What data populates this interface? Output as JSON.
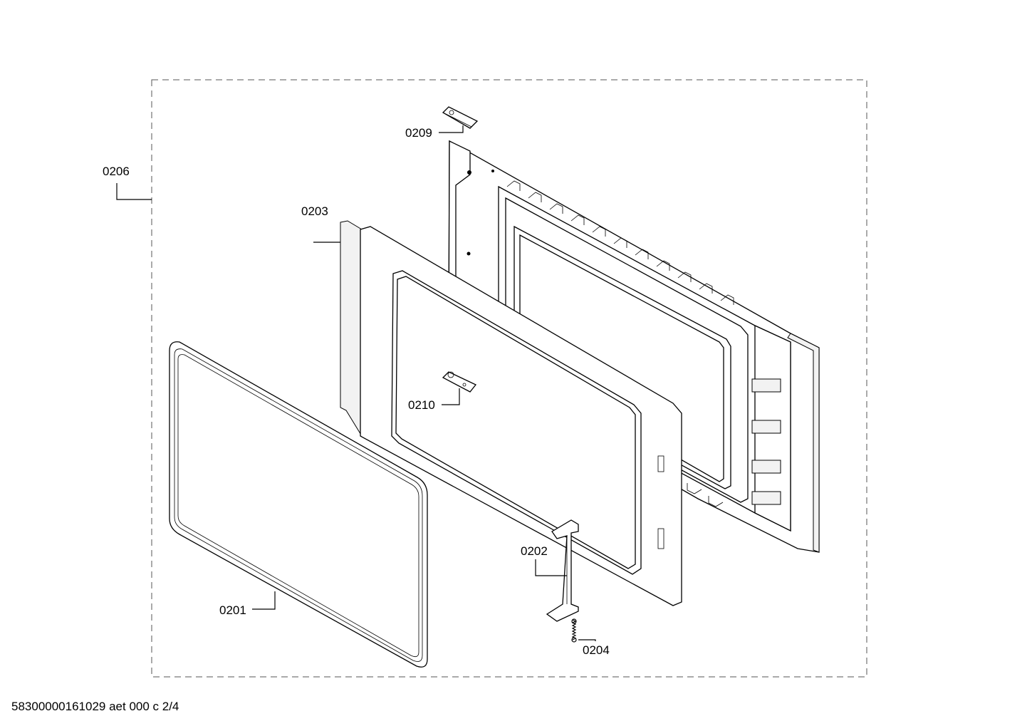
{
  "labels": {
    "p0201": "0201",
    "p0202": "0202",
    "p0203": "0203",
    "p0204": "0204",
    "p0206": "0206",
    "p0209": "0209",
    "p0210": "0210"
  },
  "footer": "58300000161029 aet 000 c 2/4"
}
